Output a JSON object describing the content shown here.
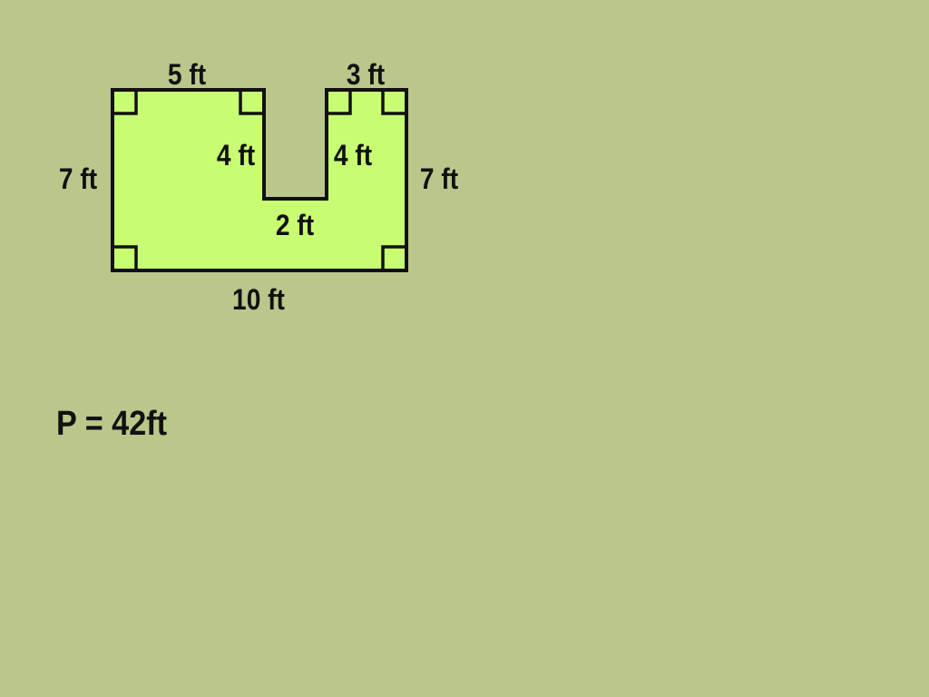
{
  "colors": {
    "background": "#b9c78b",
    "shape_fill": "#c8fd73",
    "stroke": "#111111"
  },
  "shape": {
    "type": "u-shaped-polygon",
    "right_angle_markers": 6
  },
  "labels": {
    "top_left_width": "5 ft",
    "top_right_width": "3 ft",
    "left_height": "7 ft",
    "right_height": "7 ft",
    "notch_left_depth": "4 ft",
    "notch_right_depth": "4 ft",
    "notch_bottom_width": "2 ft",
    "bottom_width": "10 ft"
  },
  "result": {
    "text": "P = 42ft"
  }
}
